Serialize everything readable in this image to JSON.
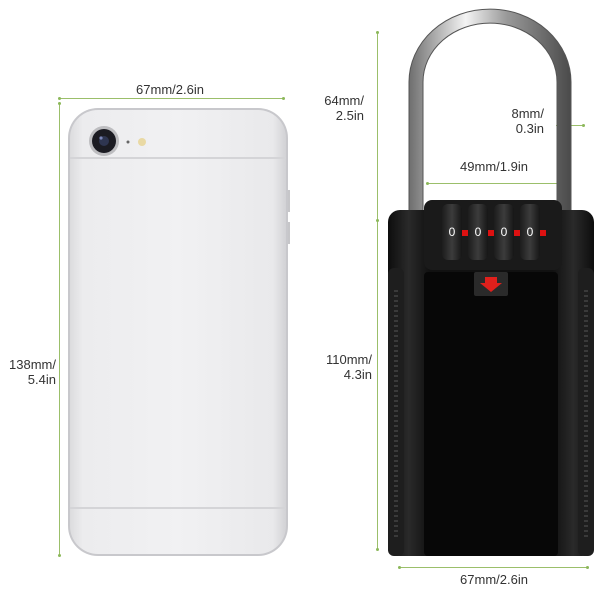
{
  "phone": {
    "width_label": "67mm/2.6in",
    "height_label_line1": "138mm/",
    "height_label_line2": "5.4in"
  },
  "lockbox": {
    "shackle_height_line1": "64mm/",
    "shackle_height_line2": "2.5in",
    "shackle_thickness_line1": "8mm/",
    "shackle_thickness_line2": "0.3in",
    "inner_width_label": "49mm/1.9in",
    "body_height_line1": "110mm/",
    "body_height_line2": "4.3in",
    "body_width_label": "67mm/2.6in",
    "dial_digit": "0"
  },
  "colors": {
    "dimension_line": "#9bbf6a",
    "arrow": "#e0201c"
  }
}
